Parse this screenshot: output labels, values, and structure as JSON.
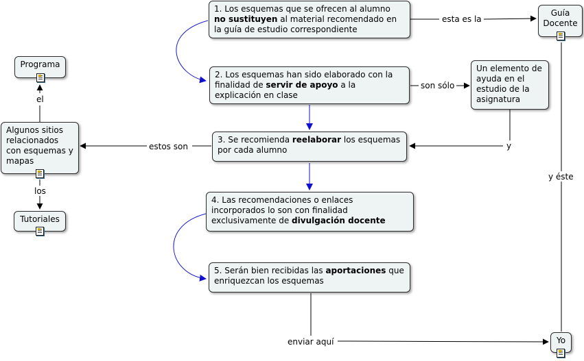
{
  "nodes": {
    "esquema1": {
      "a": "1. Los esquemas que se ofrecen al alumno",
      "b": "no sustituyen",
      "c": " al material recomendado en la guía de estudio correspondiente"
    },
    "esquema2": {
      "a": "2. Los esquemas han sido elaborado con la finalidad de ",
      "b": "servir de apoyo",
      "c": " a la explicación en clase"
    },
    "esquema3": {
      "a": "3. Se recomienda ",
      "b": "reelaborar",
      "c": " los esquemas por cada alumno"
    },
    "esquema4": {
      "a": "4. Las recomendaciones o enlaces incorporados lo son con finalidad exclusivamente de ",
      "b": "divulgación docente"
    },
    "esquema5": {
      "a": "5. Serán bien recibidas las ",
      "b": "aportaciones",
      "c": " que enriquezcan los esquemas"
    },
    "guia": "Guía Docente",
    "elemento": "Un elemento de ayuda en el estudio de la asignatura",
    "sitios": "Algunos sitios relacionados con esquemas y mapas",
    "programa": "Programa",
    "tutoriales": "Tutoriales",
    "yo": "Yo"
  },
  "links": {
    "esta_es_la": "esta es la",
    "son_solo": "son sólo",
    "y": "y",
    "estos_son": "estos son",
    "el": "el",
    "los": "los",
    "y_este": "y éste",
    "enviar_aqui": "enviar aquí"
  },
  "colors": {
    "node_fill": "#eef3f4",
    "curve_blue": "#1a1acc",
    "arrow_blue": "#1010d0",
    "line": "#000000"
  }
}
